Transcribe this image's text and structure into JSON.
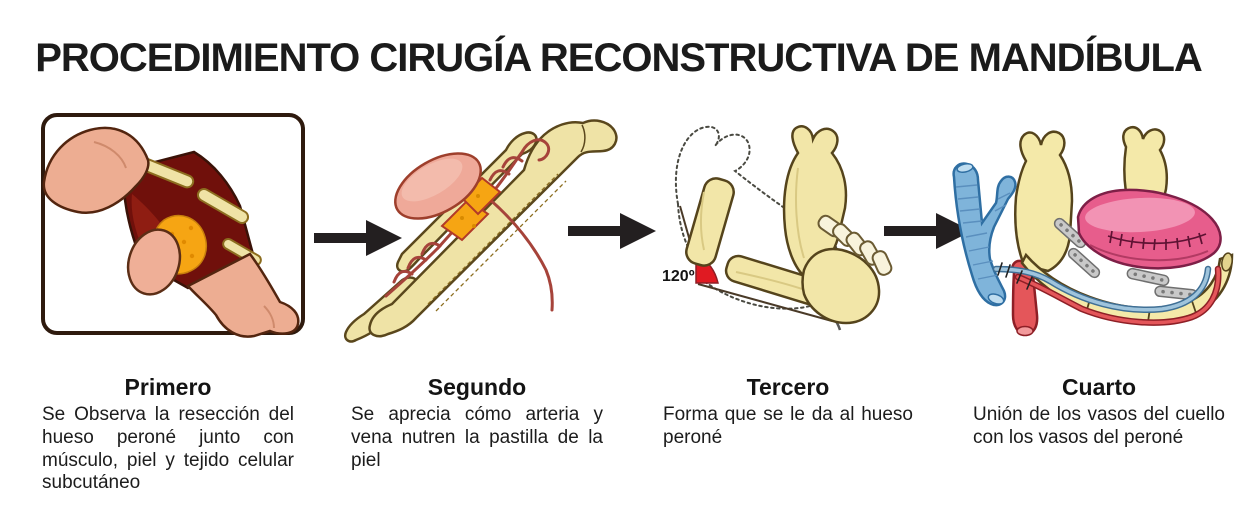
{
  "title": "PROCEDIMIENTO CIRUGÍA RECONSTRUCTIVA DE MANDÍBULA",
  "steps": [
    {
      "heading": "Primero",
      "description": "Se Observa la resección del hueso peroné junto con músculo, piel y tejido celular subcutáneo",
      "illustration": "leg-fibula-flap-resection"
    },
    {
      "heading": "Segundo",
      "description": "Se aprecia cómo arteria y vena nutren la pastilla de la piel",
      "illustration": "fibula-skin-paddle-vessels"
    },
    {
      "heading": "Tercero",
      "description": "Forma que se le da al hueso peroné",
      "angle_label": "120º",
      "illustration": "fibula-osteotomy-mandible-shape"
    },
    {
      "heading": "Cuarto",
      "description": "Unión de los vasos del cuello con los vasos del peroné",
      "illustration": "vessel-anastomosis-reconstructed-mandible"
    }
  ],
  "arrows": [
    "right-arrow",
    "right-arrow",
    "right-arrow"
  ],
  "colors": {
    "background": "#FFFFFF",
    "title_text": "#1B1B1B",
    "body_text": "#1C1C1C",
    "arrow": "#231F20",
    "bone_yellow": "#F2E6A8",
    "bone_outline": "#55441C",
    "skin": "#EDAD92",
    "skin_outline": "#53250F",
    "muscle_dark_red": "#70100B",
    "fat_orange": "#F6A513",
    "skin_paddle_pink": "#EFA999",
    "vessel_red": "#A6433A",
    "vein_blue": "#7FB4DA",
    "artery_red": "#E4565A",
    "flap_pink": "#E75D8C",
    "plate_gray": "#C9C9C9",
    "angle_wedge_red": "#E01A22",
    "frame_border": "#2E1A0E"
  }
}
